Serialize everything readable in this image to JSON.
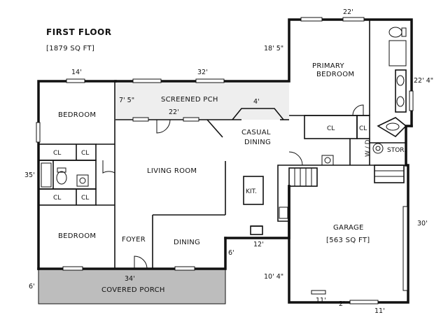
{
  "header": {
    "title": "FIRST FLOOR",
    "area": "[1879 SQ FT]"
  },
  "rooms": {
    "bedroom_top": "BEDROOM",
    "bedroom_bottom": "BEDROOM",
    "screened_porch": "SCREENED PCH",
    "living_room": "LIVING ROOM",
    "casual_dining_1": "CASUAL",
    "casual_dining_2": "DINING",
    "kitchen": "KIT.",
    "foyer": "FOYER",
    "dining": "DINING",
    "covered_porch": "COVERED PORCH",
    "primary_bedroom_1": "PRIMARY",
    "primary_bedroom_2": "BEDROOM",
    "garage": "GARAGE",
    "garage_area": "[563 SQ FT]",
    "storage": "STOR.",
    "washer_dryer": "W / D",
    "closet": "CL"
  },
  "dimensions": {
    "d_22_top": "22'",
    "d_18_5": "18' 5\"",
    "d_14": "14'",
    "d_32": "32'",
    "d_7_5": "7' 5\"",
    "d_22_porch": "22'",
    "d_4": "4'",
    "d_22_4": "22' 4\"",
    "d_35": "35'",
    "d_34": "34'",
    "d_6_left": "6'",
    "d_6_mid": "6'",
    "d_12": "12'",
    "d_10_4": "10' 4\"",
    "d_30": "30'",
    "d_11_a": "11'",
    "d_2": "2'",
    "d_11_b": "11'"
  }
}
